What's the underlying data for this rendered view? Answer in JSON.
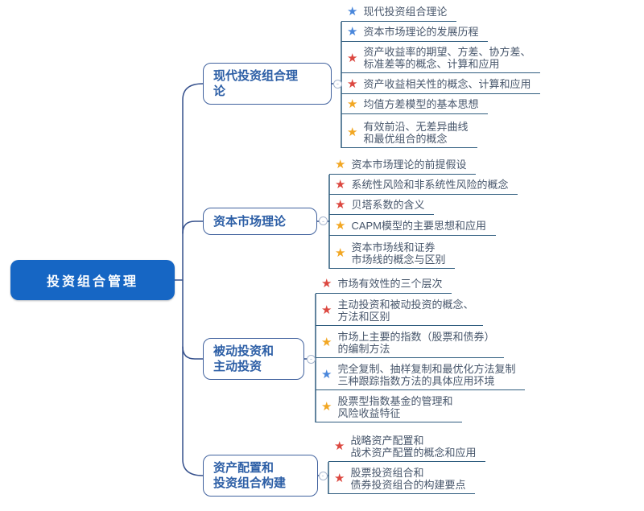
{
  "root": {
    "label": "投资组合管理"
  },
  "toggle_symbol": "-",
  "colors": {
    "root_bg": "#1666C4",
    "branch_border": "#41629E",
    "branch_text": "#2D5FA6",
    "leaf_text": "#47566B",
    "leaf_line": "#2E5C7E",
    "connector_line": "#35508C",
    "star_blue": "#4A87DB",
    "star_red": "#DC4840",
    "star_yellow": "#F2A723"
  },
  "branches": [
    {
      "label": "现代投资组合理\n论",
      "leaves": [
        {
          "icon": "star",
          "color": "blue",
          "text": "现代投资组合理论"
        },
        {
          "icon": "star",
          "color": "blue",
          "text": "资本市场理论的发展历程"
        },
        {
          "icon": "star",
          "color": "red",
          "text": "资产收益率的期望、方差、协方差、\n标准差等的概念、计算和应用"
        },
        {
          "icon": "star",
          "color": "red",
          "text": "资产收益相关性的概念、计算和应用"
        },
        {
          "icon": "star",
          "color": "yellow",
          "text": "均值方差模型的基本思想"
        },
        {
          "icon": "star",
          "color": "yellow",
          "text": "有效前沿、无差异曲线\n和最优组合的概念"
        }
      ]
    },
    {
      "label": "资本市场理论",
      "leaves": [
        {
          "icon": "star",
          "color": "yellow",
          "text": "资本市场理论的前提假设"
        },
        {
          "icon": "star",
          "color": "red",
          "text": "系统性风险和非系统性风险的概念"
        },
        {
          "icon": "star",
          "color": "red",
          "text": "贝塔系数的含义"
        },
        {
          "icon": "star",
          "color": "yellow",
          "text": "CAPM模型的主要思想和应用"
        },
        {
          "icon": "star",
          "color": "yellow",
          "text": "资本市场线和证券\n市场线的概念与区别"
        }
      ]
    },
    {
      "label": "被动投资和\n主动投资",
      "leaves": [
        {
          "icon": "star",
          "color": "red",
          "text": "市场有效性的三个层次"
        },
        {
          "icon": "star",
          "color": "red",
          "text": "主动投资和被动投资的概念、\n方法和区别"
        },
        {
          "icon": "star",
          "color": "yellow",
          "text": "市场上主要的指数（股票和债券）\n的编制方法"
        },
        {
          "icon": "star",
          "color": "blue",
          "text": "完全复制、抽样复制和最优化方法复制\n三种跟踪指数方法的具体应用环境"
        },
        {
          "icon": "star",
          "color": "yellow",
          "text": "股票型指数基金的管理和\n风险收益特征"
        }
      ]
    },
    {
      "label": "资产配置和\n投资组合构建",
      "leaves": [
        {
          "icon": "star",
          "color": "red",
          "text": "战略资产配置和\n战术资产配置的概念和应用"
        },
        {
          "icon": "star",
          "color": "red",
          "text": "股票投资组合和\n债券投资组合的构建要点"
        }
      ]
    }
  ]
}
